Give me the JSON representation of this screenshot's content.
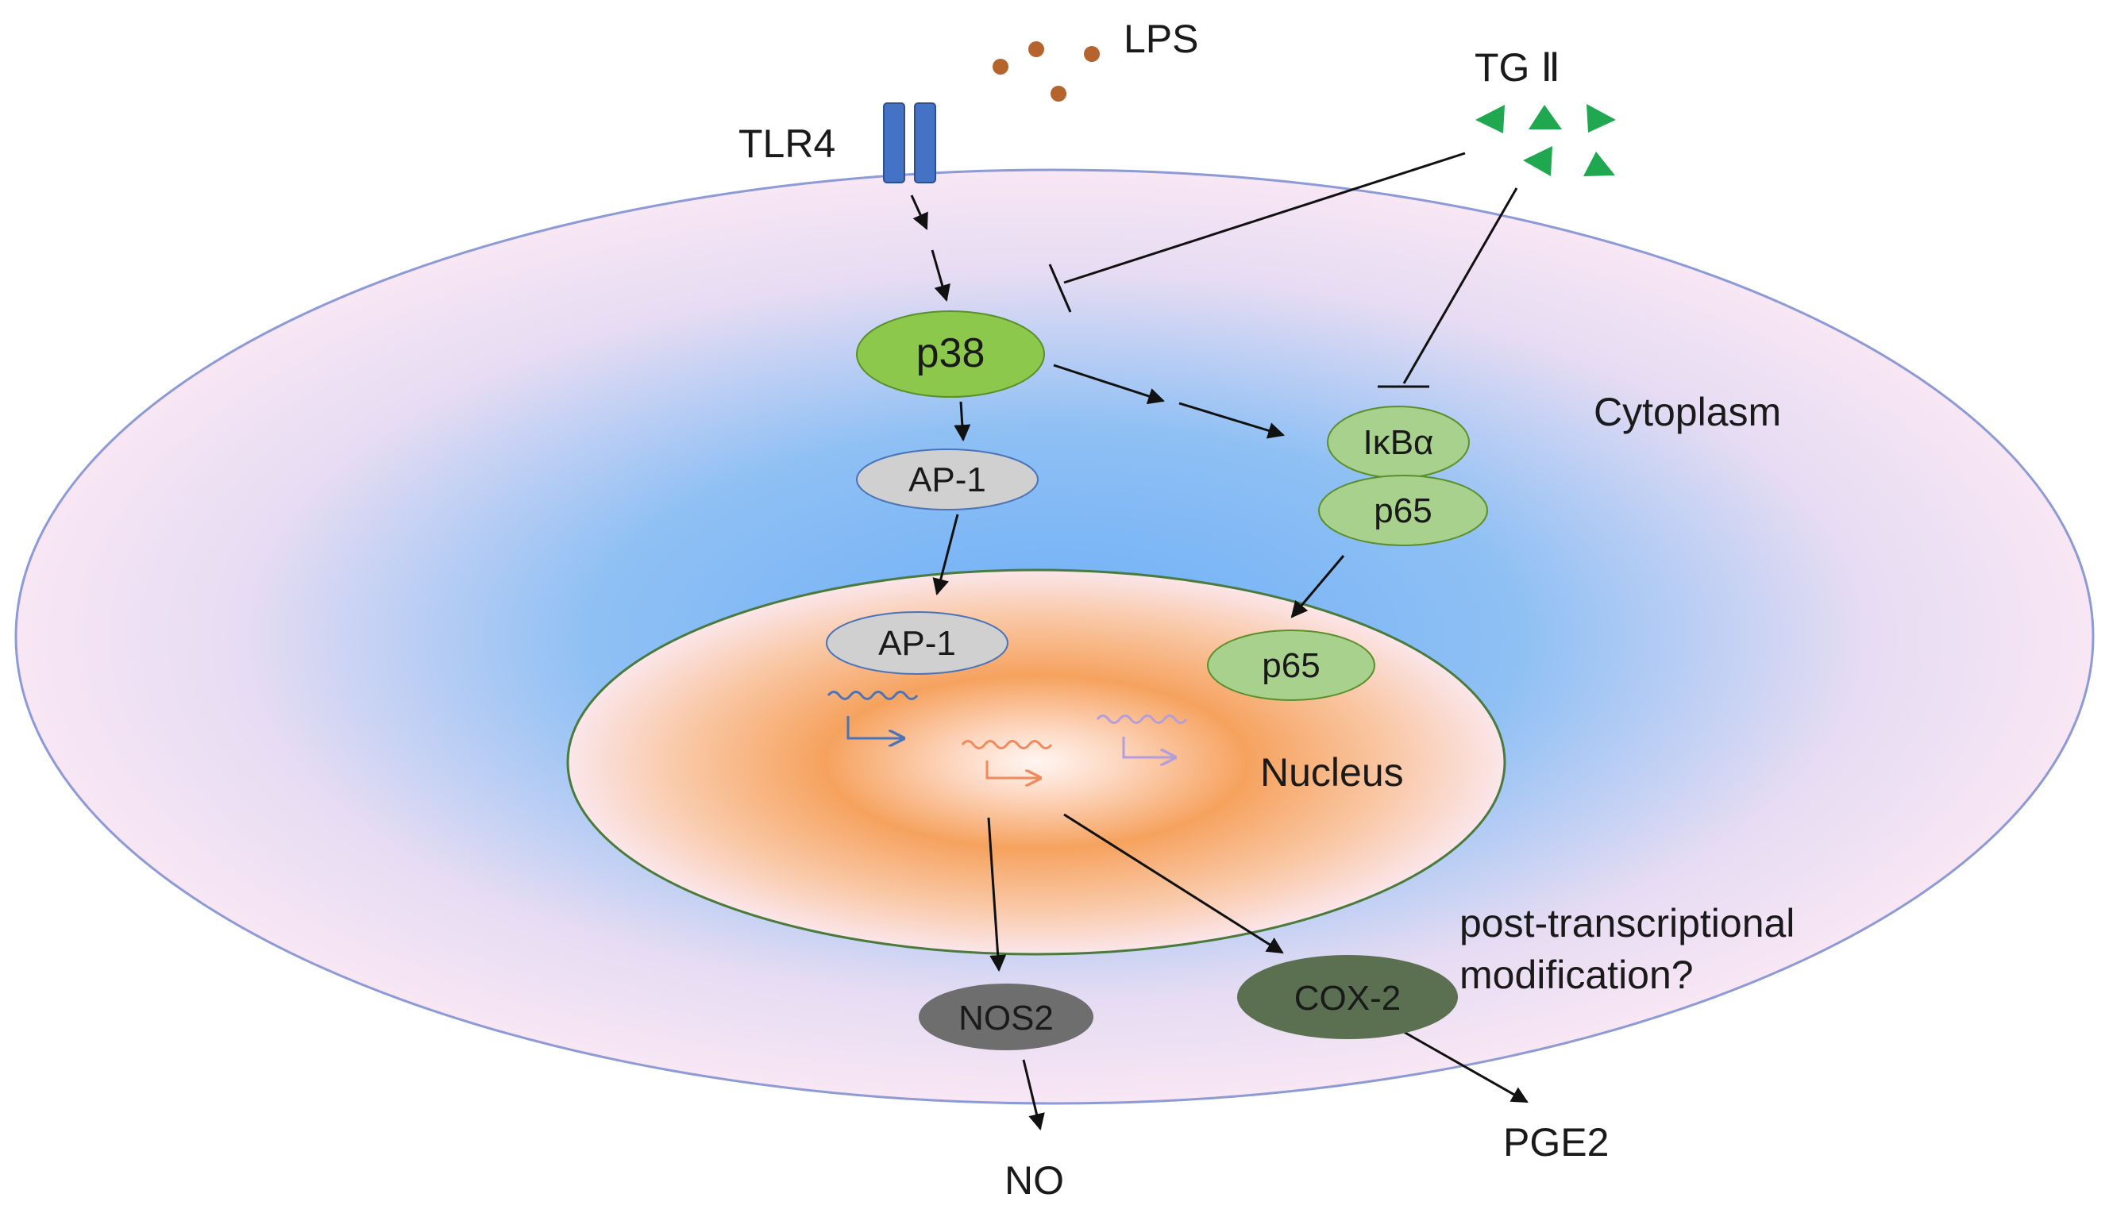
{
  "labels": {
    "lps": "LPS",
    "tlr4": "TLR4",
    "tg2": "TG Ⅱ",
    "cytoplasm": "Cytoplasm",
    "nucleus": "Nucleus",
    "no": "NO",
    "pge2": "PGE2",
    "post_transcriptional_line1": "post-transcriptional",
    "post_transcriptional_line2": "modification?"
  },
  "nodes": {
    "p38": "p38",
    "ap1_cytoplasm": "AP-1",
    "ap1_nucleus": "AP-1",
    "ikba": "IκBα",
    "p65_cytoplasm": "p65",
    "p65_nucleus": "p65",
    "nos2": "NOS2",
    "cox2": "COX-2"
  },
  "colors": {
    "cell_outer": "#f6e3f3",
    "cell_center": "#7db7f5",
    "cell_border": "#8c9ad6",
    "nucleus_center": "#fff1e8",
    "nucleus_ring": "#f7a35c",
    "nucleus_edge": "#fce8ee",
    "nucleus_border": "#4a7a3c",
    "receptor": "#4472c4",
    "lps_dot": "#b5642d",
    "tg2_triangle": "#1fa84f",
    "p38_fill": "#8cc84b",
    "light_green": "#a9d18e",
    "grey_node": "#d0d0d0",
    "nos2_fill": "#6e6e6e",
    "cox2_fill": "#5a7050",
    "gene_ap1": "#4a74b8",
    "gene_mid": "#f08a5d",
    "gene_p65": "#b39ddb"
  }
}
